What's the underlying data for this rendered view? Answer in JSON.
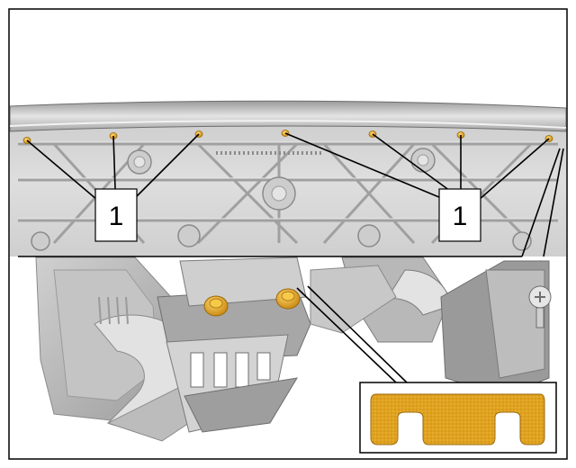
{
  "callouts": [
    {
      "id": "left",
      "label": "1"
    },
    {
      "id": "right",
      "label": "1"
    }
  ],
  "colors": {
    "frame": "#000000",
    "panel_light": "#d9d9d9",
    "panel_mid": "#bdbdbd",
    "panel_dark": "#8e8e8e",
    "clip_gold": "#e0a21e",
    "clip_gold_dark": "#b07810",
    "background": "#ffffff"
  },
  "icons": {
    "clip": "retaining-clip-icon",
    "fastener": "gold-fastener-icon"
  }
}
